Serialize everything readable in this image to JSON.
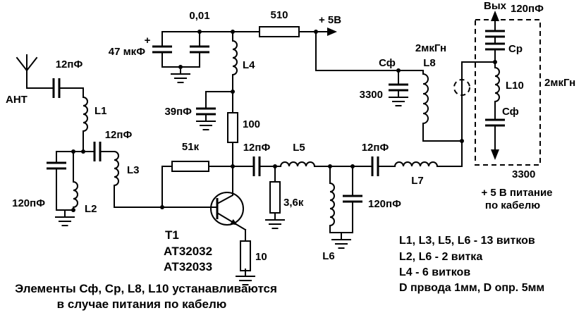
{
  "diagram": {
    "kind": "radio-frequency amplifier schematic",
    "language": "Russian"
  },
  "labels": {
    "ant": "АНТ",
    "c_ant": "12пФ",
    "l1": "L1",
    "c12_interstage": "12пФ",
    "c120_in": "120пФ",
    "l2": "L2",
    "l3": "L3",
    "r51k": "51к",
    "c39": "39пФ",
    "r100": "100",
    "c47": "47 мкФ",
    "c47_plus": "+",
    "c001": "0,01",
    "r510": "510",
    "vcc": "+ 5В",
    "l4": "L4",
    "c12_coll": "12пФ",
    "l5": "L5",
    "r3k6": "3,6к",
    "l6": "L6",
    "c120_mid": "120пФ",
    "c12_out": "12пФ",
    "l7": "L7",
    "t1": "Т1",
    "t1_type1": "АТ32032",
    "t1_type2": "АТ32033",
    "r10": "10",
    "cf_left": "Сф",
    "cf_left_val": "3300",
    "l8": "L8",
    "l8_val": "2мкГн",
    "out": "Вых",
    "c120_out": "120пФ",
    "cr": "Ср",
    "l10": "L10",
    "l10_val": "2мкГн",
    "cf_right": "Сф",
    "cf_right_val": "3300",
    "cable1": "+ 5 В питание",
    "cable2": "по кабелю"
  },
  "notes": {
    "bottom1": "Элементы Сф, Ср, L8, L10 устанавливаются",
    "bottom2": "в случае питания по кабелю",
    "w1": "L1, L3, L5, L6 - 13 витков",
    "w2": "L2, L6 - 2 витка",
    "w3": "L4 - 6 витков",
    "w4": "D првода 1мм, D опр. 5мм"
  },
  "colors": {
    "ink": "#000000",
    "paper": "#ffffff"
  }
}
